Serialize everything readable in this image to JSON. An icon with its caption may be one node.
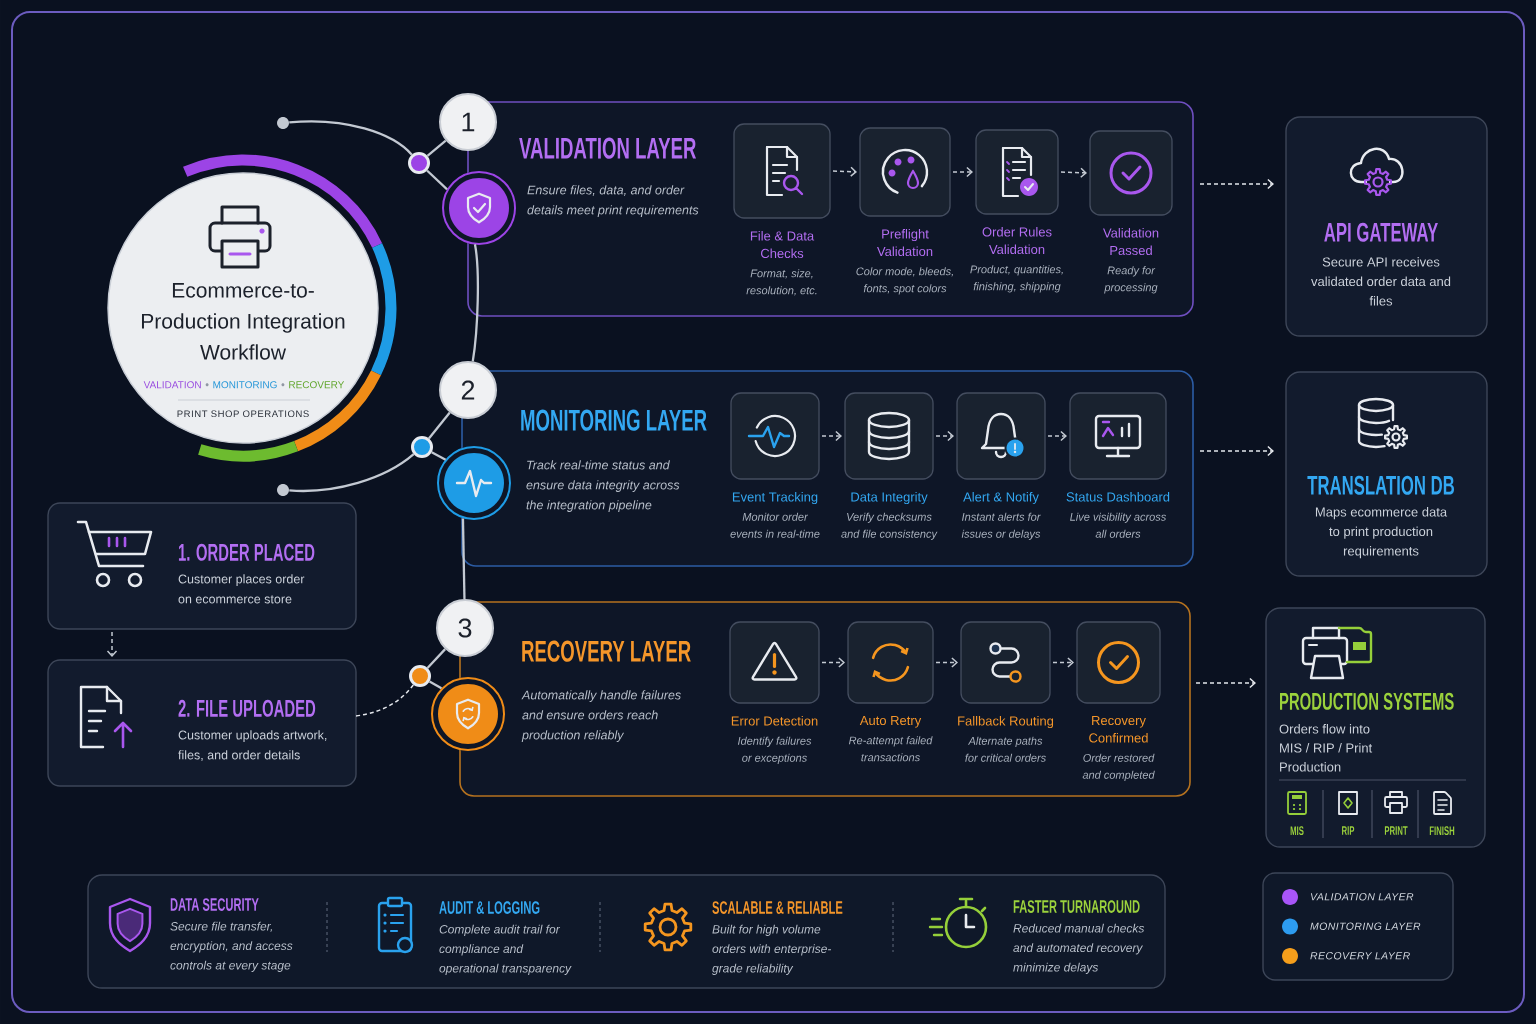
{
  "diagram": {
    "nodes": [
      {
        "text": [
          "Ecommerce-to-Production Integration Workflow",
          "VALIDATION",
          "MONITORING",
          "RECOVERY",
          "PRINT SHOP OPERATIONS"
        ]
      },
      {
        "text": [
          "1"
        ]
      },
      {
        "text": [],
        "shape": "circle"
      },
      {
        "text": [
          "VALIDATION LAYER",
          "Ensure files, data, and order details meet print requirements"
        ]
      },
      {
        "text": [
          "File & Data Checks",
          "Format, size, resolution, etc."
        ],
        "in": 3
      },
      {
        "text": [
          "Preflight Validation",
          "Color mode, bleeds, fonts, spot colors"
        ],
        "in": 3
      },
      {
        "text": [
          "Order Rules Validation",
          "Product, quantities, finishing, shipping"
        ],
        "in": 3
      },
      {
        "text": [
          "Validation Passed",
          "Ready for processing"
        ],
        "in": 3
      },
      {
        "text": [
          "API GATEWAY",
          "Secure API receives validated order data and files"
        ]
      },
      {
        "text": [
          "2"
        ]
      },
      {
        "text": [],
        "shape": "circle"
      },
      {
        "text": [
          "MONITORING LAYER",
          "Track real-time status and ensure data integrity across the integration pipeline"
        ]
      },
      {
        "text": [
          "Event Tracking",
          "Monitor order events in real-time"
        ],
        "in": 11
      },
      {
        "text": [
          "Data Integrity",
          "Verify checksums and file consistency"
        ],
        "in": 11
      },
      {
        "text": [
          "Alert & Notify",
          "Instant alerts for issues or delays"
        ],
        "in": 11
      },
      {
        "text": [
          "Status Dashboard",
          "Live visibility across all orders"
        ],
        "in": 11
      },
      {
        "text": [
          "TRANSLATION DB",
          "Maps ecommerce data to print production requirements"
        ]
      },
      {
        "text": [
          "3"
        ]
      },
      {
        "text": [],
        "shape": "circle"
      },
      {
        "text": [
          "RECOVERY LAYER",
          "Automatically handle failures and ensure orders reach production reliably"
        ]
      },
      {
        "text": [
          "Error Detection",
          "Identify failures or exceptions"
        ],
        "in": 19
      },
      {
        "text": [
          "Auto Retry",
          "Re-attempt failed transactions"
        ],
        "in": 19
      },
      {
        "text": [
          "Fallback Routing",
          "Alternate paths for critical orders"
        ],
        "in": 19
      },
      {
        "text": [
          "Recovery Confirmed",
          "Order restored and completed"
        ],
        "in": 19
      },
      {
        "text": [
          "PRODUCTION SYSTEMS",
          "Orders flow into MIS / RIP / Print Production"
        ]
      },
      {
        "text": [
          "MIS"
        ],
        "in": 24
      },
      {
        "text": [
          "RIP"
        ],
        "in": 24
      },
      {
        "text": [
          "PRINT"
        ],
        "in": 24
      },
      {
        "text": [
          "FINISH"
        ],
        "in": 24
      },
      {
        "text": [
          "1. ORDER PLACED",
          "Customer places order on ecommerce store"
        ]
      },
      {
        "text": [
          "2. FILE UPLOADED",
          "Customer uploads artwork, files, and order details"
        ]
      },
      {
        "text": [],
        "shape": "box"
      },
      {
        "text": [
          "DATA SECURITY",
          "Secure file transfer, encryption, and access controls at every stage"
        ],
        "in": 31
      },
      {
        "text": [
          "AUDIT & LOGGING",
          "Complete audit trail for compliance and operational transparency"
        ],
        "in": 31
      },
      {
        "text": [
          "SCALABLE & RELIABLE",
          "Built for high volume orders with enterprise-grade reliability"
        ],
        "in": 31
      },
      {
        "text": [
          "FASTER TURNAROUND",
          "Reduced manual checks and automated recovery minimize delays"
        ],
        "in": 31
      },
      {
        "text": [],
        "shape": "circle"
      },
      {
        "text": [],
        "shape": "circle"
      }
    ],
    "edges": [
      {
        "from": 1,
        "to": 2,
        "arrow": "none"
      },
      {
        "from": 2,
        "to": 3,
        "arrow": "none"
      },
      {
        "from": 4,
        "to": 5,
        "arrow": "to",
        "style": "dashed"
      },
      {
        "from": 5,
        "to": 6,
        "arrow": "to",
        "style": "dashed"
      },
      {
        "from": 6,
        "to": 7,
        "arrow": "to",
        "style": "dashed"
      },
      {
        "from": 3,
        "to": 8,
        "arrow": "to",
        "style": "dashed",
        "color": "#e4e7ec"
      },
      {
        "from": 3,
        "to": 9,
        "arrow": "none"
      },
      {
        "from": 9,
        "to": 10,
        "arrow": "none"
      },
      {
        "from": 10,
        "to": 11,
        "arrow": "none"
      },
      {
        "from": 12,
        "to": 13,
        "arrow": "to",
        "style": "dashed"
      },
      {
        "from": 13,
        "to": 14,
        "arrow": "to",
        "style": "dashed"
      },
      {
        "from": 14,
        "to": 15,
        "arrow": "to",
        "style": "dashed"
      },
      {
        "from": 11,
        "to": 16,
        "arrow": "to",
        "style": "dashed",
        "color": "#e4e7ec"
      },
      {
        "from": 11,
        "to": 17,
        "arrow": "none"
      },
      {
        "from": 17,
        "to": 18,
        "arrow": "none"
      },
      {
        "from": 18,
        "to": 19,
        "arrow": "none"
      },
      {
        "from": 20,
        "to": 21,
        "arrow": "to",
        "style": "dashed"
      },
      {
        "from": 21,
        "to": 22,
        "arrow": "to",
        "style": "dashed"
      },
      {
        "from": 22,
        "to": 23,
        "arrow": "to",
        "style": "dashed"
      },
      {
        "from": 19,
        "to": 24,
        "arrow": "to",
        "style": "dashed",
        "color": "#e4e7ec"
      },
      {
        "from": 29,
        "to": 30,
        "arrow": "to",
        "style": "dashed"
      },
      {
        "from": 30,
        "to": 18,
        "arrow": "none",
        "style": "dashed",
        "color": "#e4e7ec"
      },
      {
        "from": 36,
        "to": 2,
        "arrow": "none"
      },
      {
        "from": 10,
        "to": 37,
        "arrow": "none"
      }
    ],
    "legend": [
      {
        "text": "VALIDATION LAYER",
        "color": "#a855f7"
      },
      {
        "text": "MONITORING LAYER",
        "color": "#2d9cf0"
      },
      {
        "text": "RECOVERY LAYER",
        "color": "#f59e1b"
      }
    ]
  }
}
